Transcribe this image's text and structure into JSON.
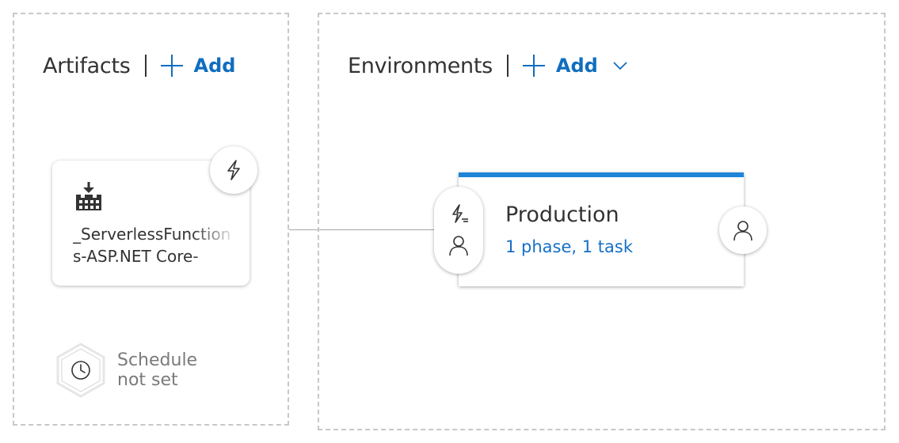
{
  "artifacts": {
    "title": "Artifacts",
    "add_label": "Add",
    "card": {
      "name": "_ServerlessFunctions-ASP.NET Core-",
      "icon": "build-artifact-icon",
      "trigger_icon": "lightning-icon"
    },
    "schedule": {
      "line1": "Schedule",
      "line2": "not set",
      "icon": "clock-icon"
    }
  },
  "environments": {
    "title": "Environments",
    "add_label": "Add",
    "card": {
      "name": "Production",
      "summary": "1 phase, 1 task",
      "accent_color": "#1d84d8",
      "pre_deploy_icons": [
        "lightning-icon",
        "person-icon"
      ],
      "post_deploy_icon": "person-icon"
    }
  },
  "colors": {
    "link": "#106ebe",
    "accent": "#1d84d8",
    "muted_text": "#7a7a7a",
    "panel_border": "#c8c8c8"
  }
}
